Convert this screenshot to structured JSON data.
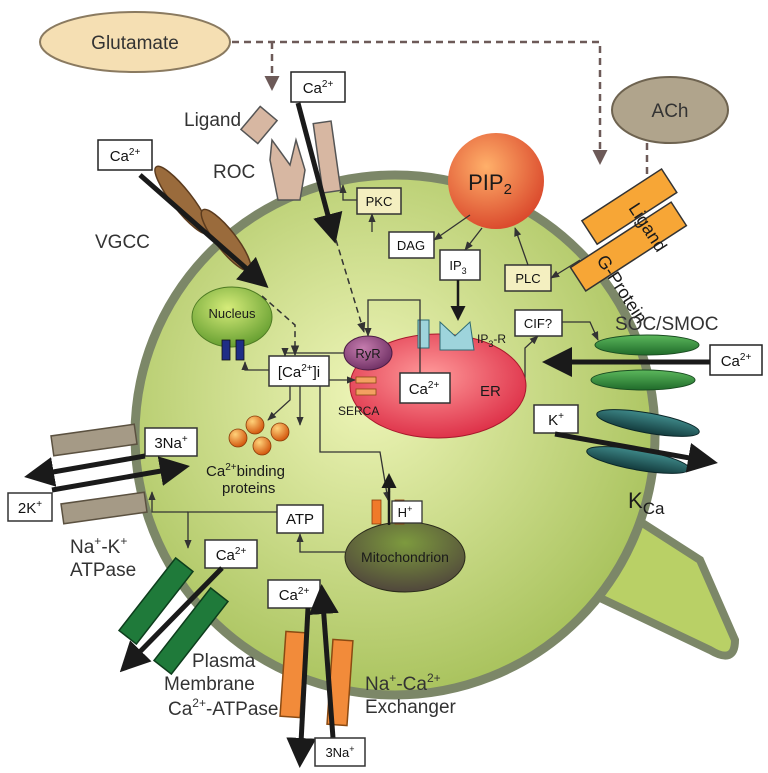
{
  "labels": {
    "glutamate": "Glutamate",
    "ach": "ACh",
    "ligand": "Ligand",
    "roc": "ROC",
    "vgcc": "VGCC",
    "pip2": "PIP",
    "pip2_sub": "2",
    "pkc": "PKC",
    "dag": "DAG",
    "ip3": "IP",
    "ip3_sub": "3",
    "plc": "PLC",
    "g_protein": "G-Protein",
    "receptor_ligand": "Ligand",
    "soc_smoc": "SOC/SMOC",
    "cif": "CIF?",
    "nucleus": "Nucleus",
    "ryr": "RyR",
    "ip3r": "IP",
    "ip3r_sub": "3",
    "ip3r_suffix": "-R",
    "ca_i": "[Ca",
    "ca_i_sup": "2+",
    "ca_i_end": "]i",
    "er_ca": "Ca",
    "er_ca_sup": "2+",
    "er": "ER",
    "serca": "SERCA",
    "binding_1": "Ca",
    "binding_1_sup": "2+",
    "binding_1_rest": "binding",
    "binding_2": "proteins",
    "k_box": "K",
    "k_sup": "+",
    "kca": "K",
    "kca_sub": "Ca",
    "three_na": "3Na",
    "three_na_sup": "+",
    "two_k": "2K",
    "two_k_sup": "+",
    "atp": "ATP",
    "h_plus": "H",
    "h_plus_sup": "+",
    "mito": "Mitochondrion",
    "nak_1a": "Na",
    "nak_1b": "-K",
    "nak_sup": "+",
    "nak_2": "ATPase",
    "pmca_1": "Plasma",
    "pmca_2": "Membrane",
    "pmca_3a": "Ca",
    "pmca_3sup": "2+",
    "pmca_3b": "-ATPase",
    "ncx_1a": "Na",
    "ncx_1sup": "+",
    "ncx_1b": "-Ca",
    "ncx_1sup2": "2+",
    "ncx_2": "Exchanger",
    "ca": "Ca",
    "ca_sup": "2+",
    "ncx_3na": "3Na",
    "ncx_3na_sup": "+"
  },
  "colors": {
    "cell_fill": "#c9dc8a",
    "cell_center": "#e6f0a8",
    "membrane": "#8a9070",
    "glutamate_fill": "#f5dfb3",
    "ach_fill": "#b0a48c",
    "roc_fill": "#d7b7a2",
    "vgcc_fill": "#9a6b3c",
    "pip2": "#f07a38",
    "gprotein": "#f7a636",
    "soc": "#2e7d32",
    "kca": "#1e4f52",
    "er": "#e23a4a",
    "ryr": "#8a4a78",
    "nucleus": "#86b33a",
    "mito": "#4b5d2a",
    "pmca": "#1f7a3a",
    "ncx": "#f28b3a",
    "nak": "#a59a86",
    "serca": "#f3a061",
    "binding": "#e67a1a",
    "arrow_dashed": "#6d5a58"
  }
}
